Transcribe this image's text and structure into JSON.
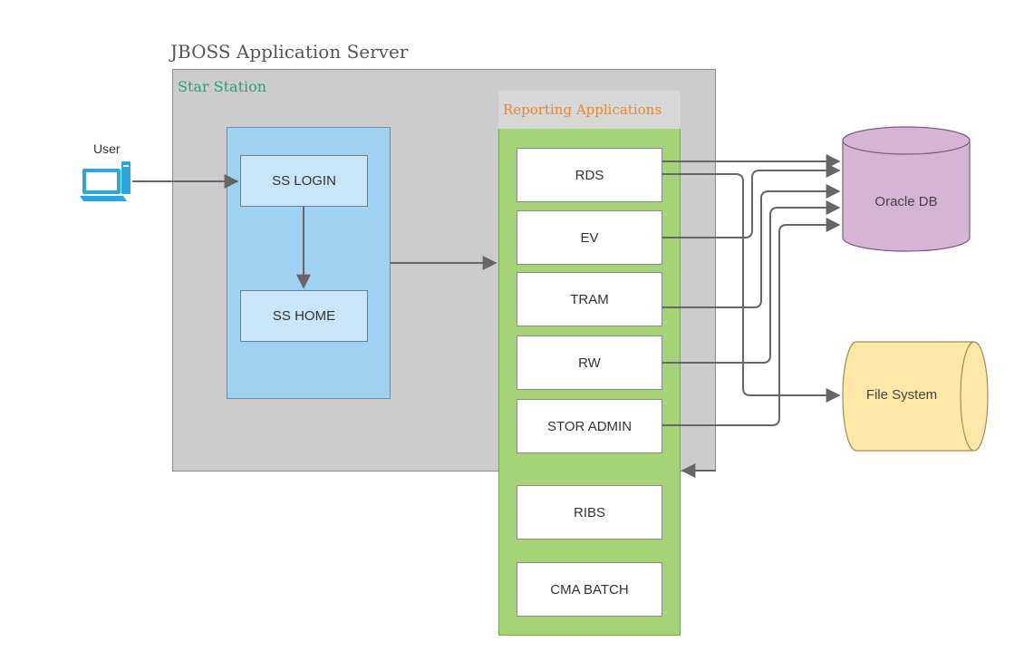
{
  "server": {
    "title": "JBOSS Application Server"
  },
  "star_station": {
    "label": "Star Station",
    "login": "SS LOGIN",
    "home": "SS HOME"
  },
  "user": {
    "label": "User",
    "icon": "desktop-computer-icon"
  },
  "reporting": {
    "label": "Reporting Applications",
    "apps": [
      "RDS",
      "EV",
      "TRAM",
      "RW",
      "STOR ADMIN",
      "RIBS",
      "CMA BATCH"
    ]
  },
  "oracle_db": {
    "label": "Oracle DB"
  },
  "file_system": {
    "label": "File System"
  },
  "colors": {
    "server_bg": "#cccccc",
    "star_station_panel": "#9fd2f1",
    "reporting_panel": "#a5d476",
    "oracle_db": "#d6b4d6",
    "file_system": "#fde8a8",
    "connector": "#666666"
  }
}
